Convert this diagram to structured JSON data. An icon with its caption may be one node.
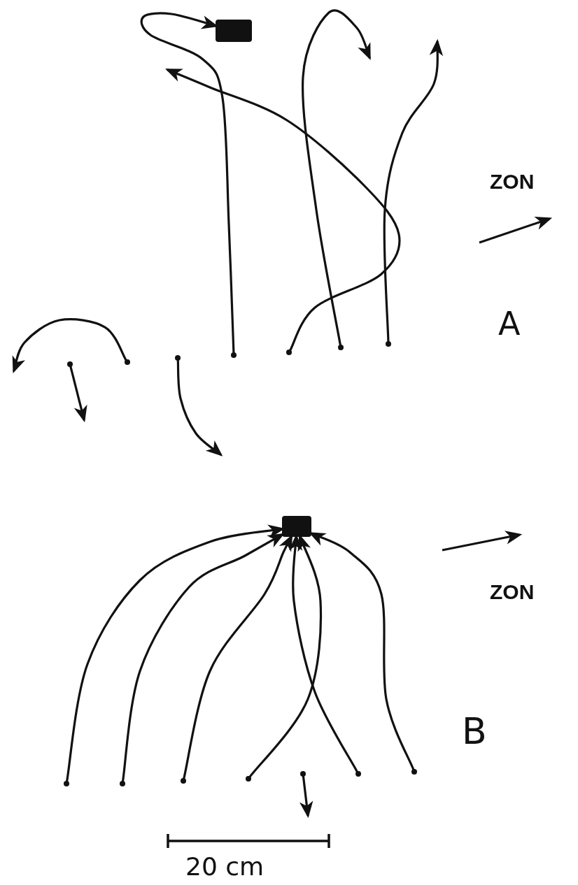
{
  "diagram": {
    "nodes": [
      {
        "text": [],
        "shape": "box"
      },
      {
        "text": [],
        "shape": "circle"
      },
      {
        "text": [],
        "shape": "circle"
      },
      {
        "text": [],
        "shape": "circle"
      },
      {
        "text": [],
        "shape": "circle"
      },
      {
        "text": [],
        "shape": "circle"
      },
      {
        "text": [],
        "shape": "circle"
      },
      {
        "text": [],
        "shape": "circle"
      },
      {
        "text": [],
        "shape": "box"
      },
      {
        "text": [],
        "shape": "circle"
      },
      {
        "text": [],
        "shape": "circle"
      },
      {
        "text": [],
        "shape": "circle"
      },
      {
        "text": [],
        "shape": "circle"
      },
      {
        "text": [],
        "shape": "circle"
      },
      {
        "text": [],
        "shape": "circle"
      },
      {
        "text": [],
        "shape": "circle"
      }
    ],
    "edges": [
      {
        "from": 1,
        "to": null,
        "arrow": "to"
      },
      {
        "from": 2,
        "to": null,
        "arrow": "to"
      },
      {
        "from": 3,
        "to": null,
        "arrow": "to"
      },
      {
        "from": 4,
        "to": 0,
        "arrow": "to"
      },
      {
        "from": 5,
        "to": null,
        "arrow": "to"
      },
      {
        "from": 6,
        "to": null,
        "arrow": "to"
      },
      {
        "from": 7,
        "to": null,
        "arrow": "to"
      },
      {
        "from": 9,
        "to": 8,
        "arrow": "to"
      },
      {
        "from": 10,
        "to": 8,
        "arrow": "to"
      },
      {
        "from": 11,
        "to": 8,
        "arrow": "to"
      },
      {
        "from": 12,
        "to": 8,
        "arrow": "to"
      },
      {
        "from": 13,
        "to": null,
        "arrow": "to"
      },
      {
        "from": 14,
        "to": 8,
        "arrow": "to"
      },
      {
        "from": 15,
        "to": 8,
        "arrow": "to"
      }
    ],
    "labels": [
      "ZON",
      "A",
      "ZON",
      "B",
      "20 cm"
    ]
  }
}
